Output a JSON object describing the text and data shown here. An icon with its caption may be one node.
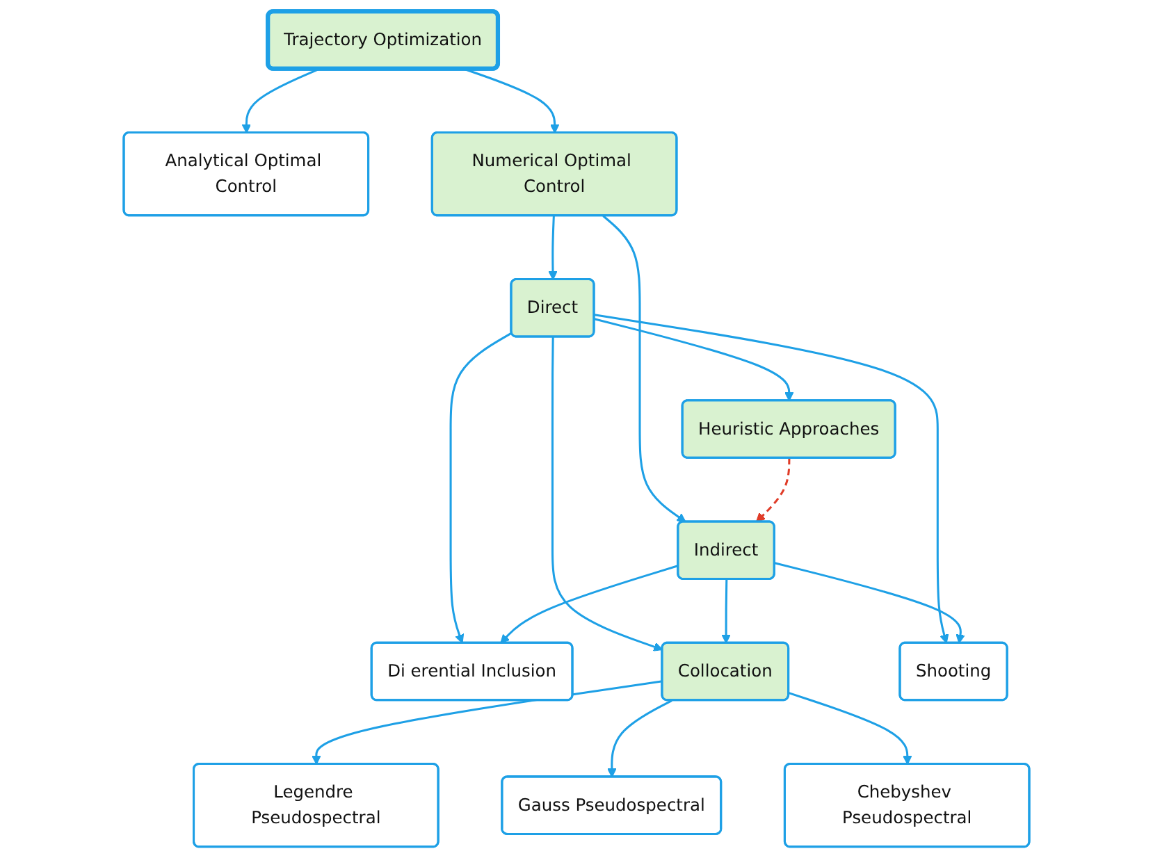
{
  "diagram": {
    "nodes": [
      {
        "text": [
          "Trajectory Optimization"
        ]
      },
      {
        "text": [
          "Analytical Optimal Control"
        ]
      },
      {
        "text": [
          "Numerical Optimal Control"
        ]
      },
      {
        "text": [
          "Heuristic Approaches"
        ]
      },
      {
        "text": [
          "Direct"
        ]
      },
      {
        "text": [
          "Indirect"
        ]
      },
      {
        "text": [
          "Di erential Inclusion"
        ]
      },
      {
        "text": [
          "Collocation"
        ]
      },
      {
        "text": [
          "Shooting"
        ]
      },
      {
        "text": [
          "Legendre Pseudospectral"
        ]
      },
      {
        "text": [
          "Gauss Pseudospectral"
        ]
      },
      {
        "text": [
          "Chebyshev Pseudospectral"
        ]
      }
    ],
    "edges": [
      {
        "from": 0,
        "to": 1,
        "arrow": "to"
      },
      {
        "from": 0,
        "to": 2,
        "arrow": "to"
      },
      {
        "from": 2,
        "to": 4,
        "arrow": "to"
      },
      {
        "from": 2,
        "to": 5,
        "arrow": "to"
      },
      {
        "from": 4,
        "to": 3,
        "arrow": "to"
      },
      {
        "from": 3,
        "to": 5,
        "arrow": "to",
        "style": "dashed",
        "color": "#e03c28"
      },
      {
        "from": 4,
        "to": 6,
        "arrow": "to"
      },
      {
        "from": 4,
        "to": 7,
        "arrow": "to"
      },
      {
        "from": 4,
        "to": 8,
        "arrow": "to"
      },
      {
        "from": 5,
        "to": 6,
        "arrow": "to"
      },
      {
        "from": 5,
        "to": 7,
        "arrow": "to"
      },
      {
        "from": 5,
        "to": 8,
        "arrow": "to"
      },
      {
        "from": 7,
        "to": 9,
        "arrow": "to"
      },
      {
        "from": 7,
        "to": 10,
        "arrow": "to"
      },
      {
        "from": 7,
        "to": 11,
        "arrow": "to"
      }
    ]
  }
}
